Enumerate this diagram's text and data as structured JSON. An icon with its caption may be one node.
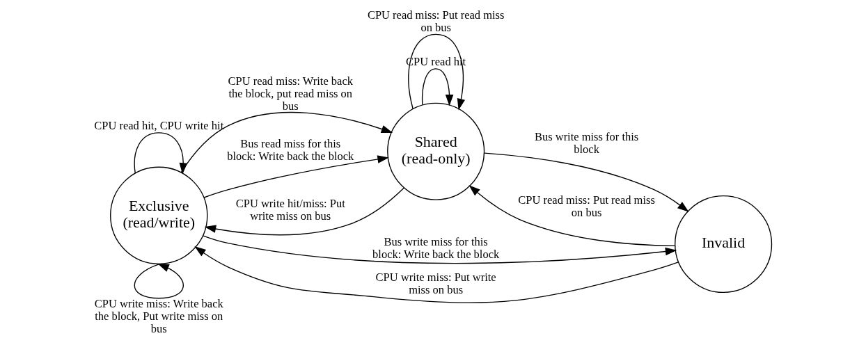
{
  "diagram": {
    "nodes": [
      {
        "text": [
          "Exclusive",
          "(read/write)"
        ]
      },
      {
        "text": [
          "Shared",
          "(read-only)"
        ]
      },
      {
        "text": [
          "Invalid"
        ]
      }
    ],
    "edges": [
      {
        "from": 0,
        "to": 0,
        "arrow": "to",
        "label": "CPU read hit, CPU write hit"
      },
      {
        "from": 0,
        "to": 0,
        "arrow": "to",
        "label": "CPU write miss: Write back the block, Put write miss on bus"
      },
      {
        "from": 0,
        "to": 1,
        "arrow": "to",
        "label": "CPU read miss: Write back the block, put read miss on bus"
      },
      {
        "from": 0,
        "to": 1,
        "arrow": "to",
        "label": "Bus read miss for this block: Write back the block"
      },
      {
        "from": 1,
        "to": 0,
        "arrow": "to",
        "label": "CPU write hit/miss: Put write miss on bus"
      },
      {
        "from": 1,
        "to": 1,
        "arrow": "to",
        "label": "CPU read hit"
      },
      {
        "from": 1,
        "to": 1,
        "arrow": "to",
        "label": "CPU read miss: Put read miss on bus"
      },
      {
        "from": 0,
        "to": 2,
        "arrow": "to",
        "label": "Bus write miss for this block: Write back the block"
      },
      {
        "from": 2,
        "to": 1,
        "arrow": "to",
        "label": "CPU read miss: Put read miss on bus"
      },
      {
        "from": 2,
        "to": 0,
        "arrow": "to",
        "label": "CPU write miss: Put write miss on bus"
      },
      {
        "from": 1,
        "to": 2,
        "arrow": "to",
        "label": "Bus write miss for this block"
      }
    ]
  }
}
